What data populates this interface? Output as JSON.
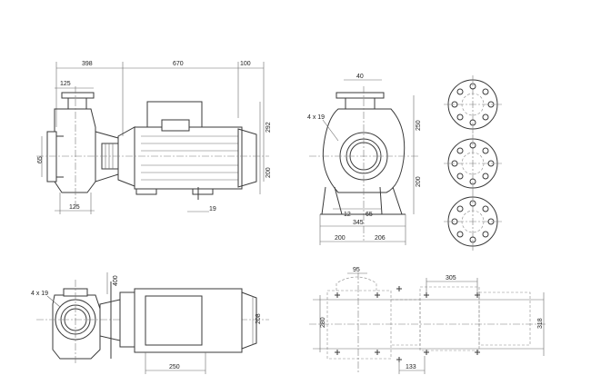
{
  "dimensions": {
    "side_view": {
      "d398": "398",
      "d670": "670",
      "d100": "100",
      "d125_top": "125",
      "d125_bottom": "125",
      "d65": "65",
      "d292": "292",
      "d200": "200",
      "d19": "19"
    },
    "front_view": {
      "d40": "40",
      "holes": "4 x 19",
      "d250": "250",
      "d200": "200",
      "d12": "12",
      "d65": "65",
      "d345": "345",
      "d200_left": "200",
      "d206": "206"
    },
    "plan_view": {
      "holes": "4 x 19",
      "d400": "400",
      "d208": "208",
      "d250": "250"
    },
    "foundation_view": {
      "d95": "95",
      "d305": "305",
      "d280": "280",
      "d318": "318",
      "d133": "133"
    }
  },
  "colors": {
    "line": "#3a3a3a",
    "background": "#ffffff"
  }
}
